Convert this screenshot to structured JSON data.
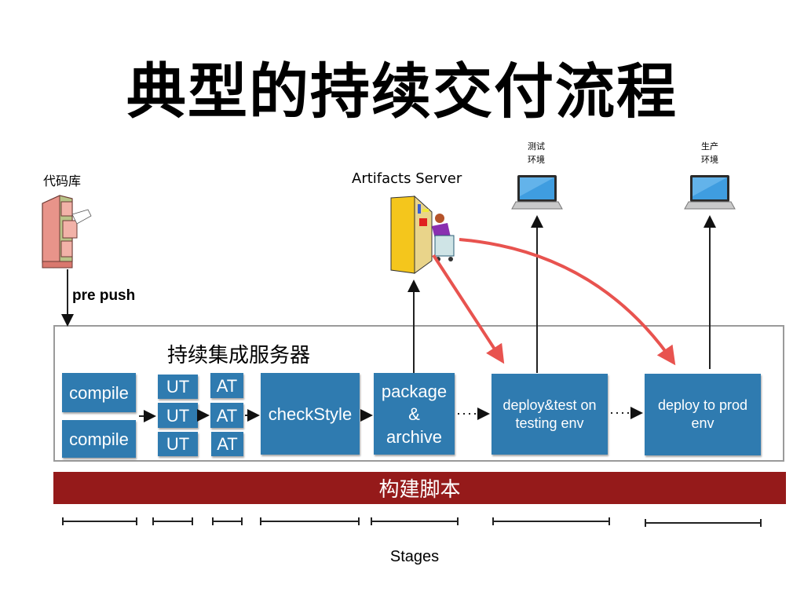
{
  "title": "典型的持续交付流程",
  "repo": {
    "label": "代码库",
    "icon": "file-cabinet-icon",
    "edge_label": "pre push"
  },
  "artifacts": {
    "label": "Artifacts Server",
    "icon": "warehouse-shelf-icon"
  },
  "environments": [
    {
      "label_line1": "测试",
      "label_line2": "环境",
      "icon": "laptop-icon"
    },
    {
      "label_line1": "生产",
      "label_line2": "环境",
      "icon": "laptop-icon"
    }
  ],
  "ci_server": {
    "title": "持续集成服务器",
    "compile": [
      "compile",
      "compile"
    ],
    "unit_tests": [
      "UT",
      "UT",
      "UT"
    ],
    "acceptance_tests": [
      "AT",
      "AT",
      "AT"
    ],
    "check_style": "checkStyle",
    "package": {
      "line1": "package",
      "line2": "&",
      "line3": "archive"
    },
    "deploy_test": {
      "line1": "deploy&test on",
      "line2": "testing env"
    },
    "deploy_prod": {
      "line1": "deploy to prod",
      "line2": "env"
    }
  },
  "build_script": "构建脚本",
  "stages_label": "Stages",
  "colors": {
    "stage_box": "#2f7bb0",
    "build_bar": "#951a1a",
    "deploy_arrow": "#e8534f",
    "frame": "#9a9a9a"
  }
}
